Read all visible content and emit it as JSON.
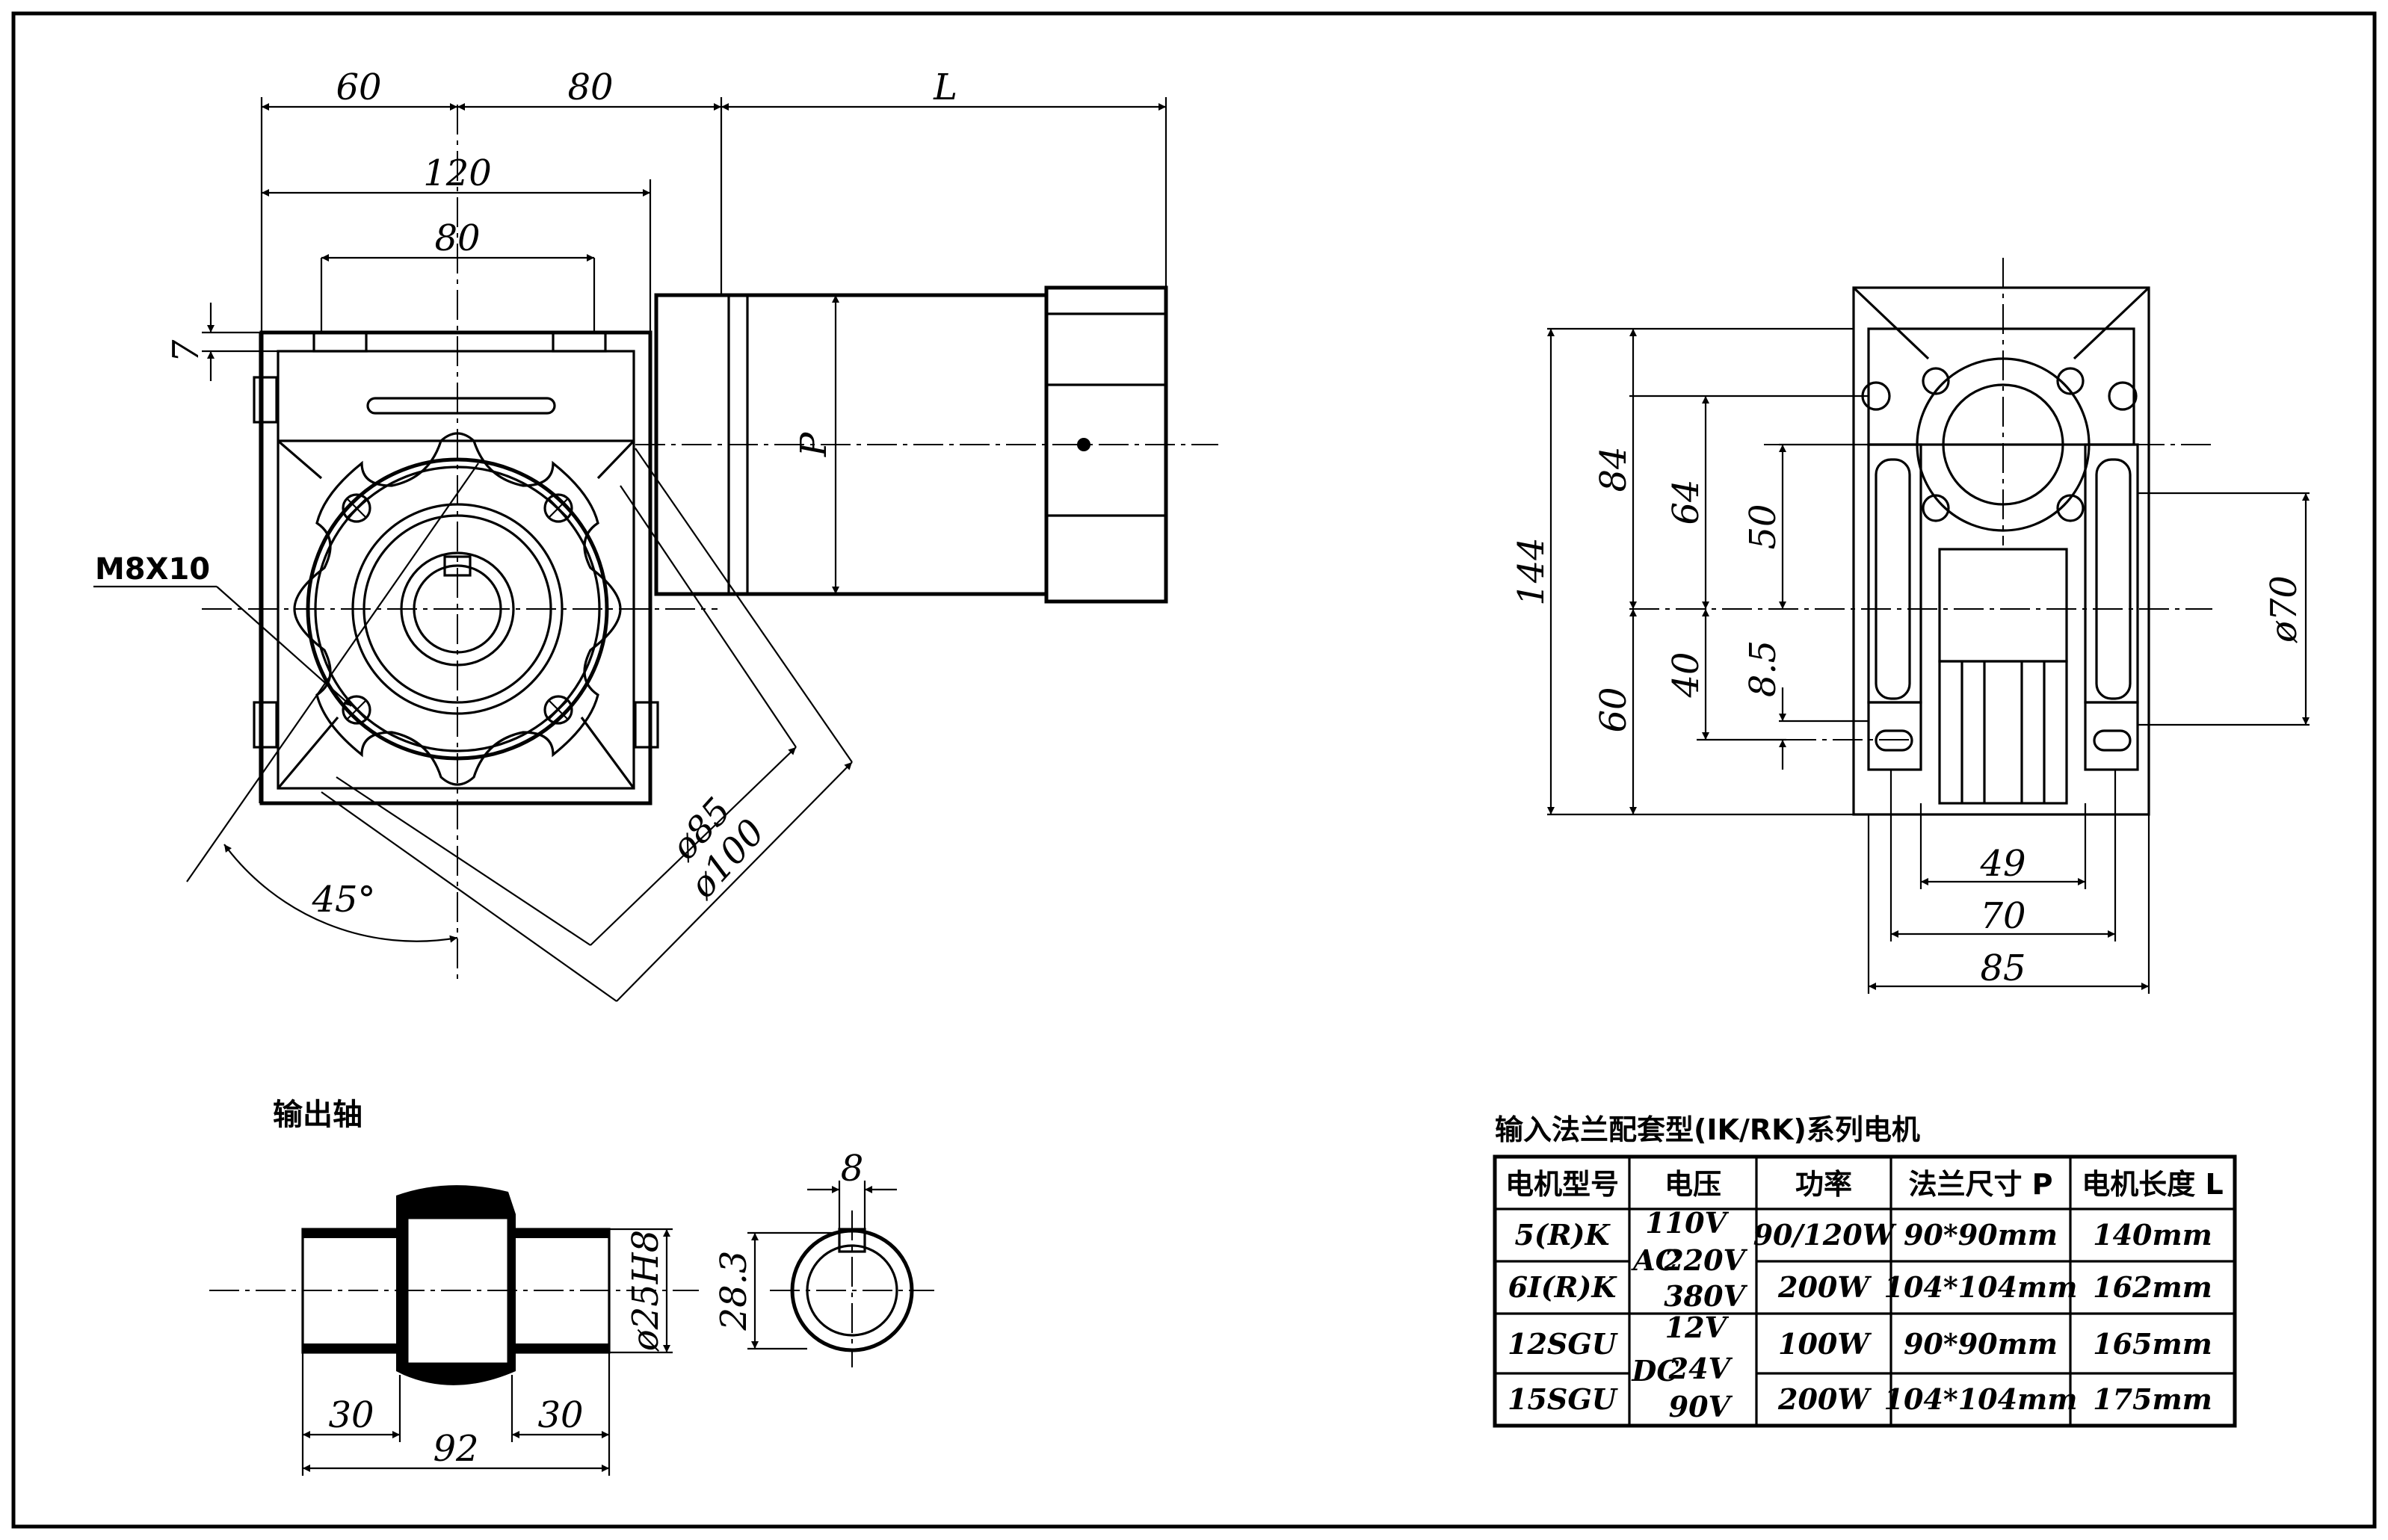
{
  "front_view": {
    "dims": {
      "d60": "60",
      "d80": "80",
      "dL": "L",
      "d120": "120",
      "d80b": "80",
      "d7": "7",
      "dP": "P",
      "thread": "M8X10",
      "d85": "ø85",
      "d100": "ø100",
      "angle": "45°"
    }
  },
  "side_view": {
    "dims": {
      "d144": "144",
      "d84": "84",
      "d64": "64",
      "d50": "50",
      "d60": "60",
      "d40": "40",
      "d85": "8.5",
      "d70dia": "ø70",
      "d49": "49",
      "d70": "70",
      "d85w": "85"
    }
  },
  "output_shaft": {
    "label": "输出轴",
    "dims": {
      "left": "30",
      "total": "92",
      "right": "30",
      "dia": "ø25H8",
      "key_height": "28.3",
      "key_width": "8"
    }
  },
  "motor_table": {
    "title": "输入法兰配套型(IK/RK)系列电机",
    "headers": [
      "电机型号",
      "电压",
      "功率",
      "法兰尺寸 P",
      "电机长度 L"
    ],
    "models": [
      "5(R)K",
      "6I(R)K",
      "12SGU",
      "15SGU"
    ],
    "voltage_ac": {
      "prefix": "AC",
      "values": [
        "110V",
        "220V",
        "380V"
      ]
    },
    "voltage_dc": {
      "prefix": "DC",
      "values": [
        "12V",
        "24V",
        "90V"
      ]
    },
    "power": [
      "90/120W",
      "200W",
      "100W",
      "200W"
    ],
    "flange": [
      "90*90mm",
      "104*104mm",
      "90*90mm",
      "104*104mm"
    ],
    "length": [
      "140mm",
      "162mm",
      "165mm",
      "175mm"
    ]
  }
}
